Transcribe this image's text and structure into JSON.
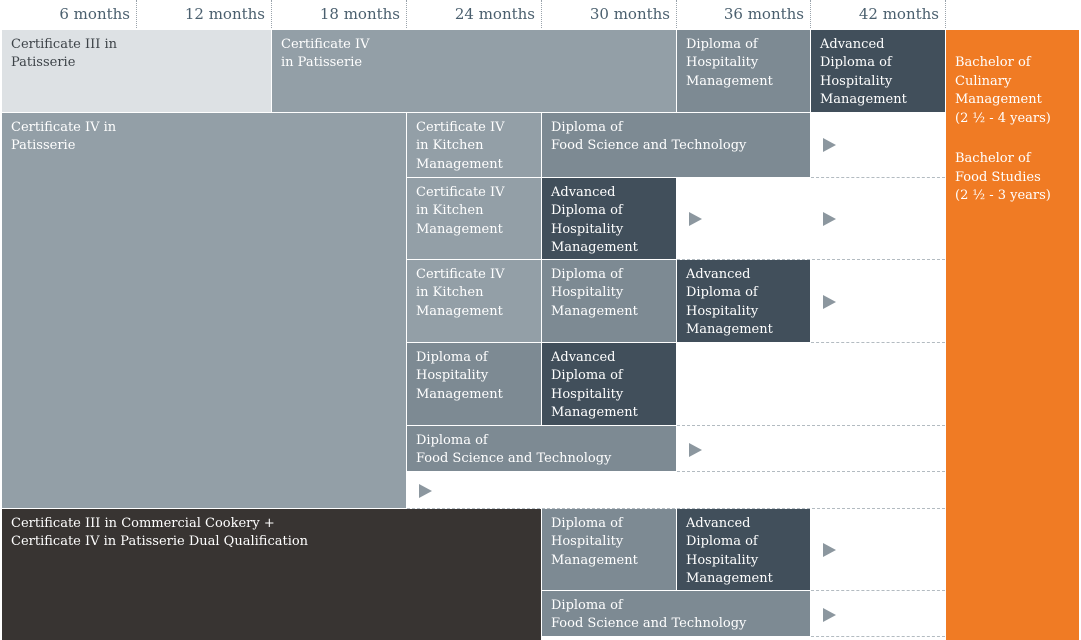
{
  "timeline": [
    "6 months",
    "12 months",
    "18 months",
    "24 months",
    "30 months",
    "36 months",
    "42 months"
  ],
  "pathway1": {
    "cert3_patisserie": "Certificate III in\nPatisserie",
    "cert4_patisserie": "Certificate IV\nin Patisserie",
    "diploma_hospitality": "Diploma of\nHospitality\nManagement",
    "adv_diploma_hospitality": "Advanced\nDiploma of\nHospitality\nManagement"
  },
  "bachelor": {
    "culinary": "Bachelor of\nCulinary\nManagement\n(2 ½ - 4 years)",
    "food_studies": "Bachelor of\nFood Studies\n(2 ½ - 3 years)"
  },
  "pathway2": {
    "cert4_patisserie": "Certificate IV in\nPatisserie",
    "row1": {
      "cert4_kitchen": "Certificate IV\nin Kitchen\nManagement",
      "diploma_food_science": "Diploma of\nFood Science and Technology"
    },
    "row2": {
      "cert4_kitchen": "Certificate IV\nin Kitchen\nManagement",
      "adv_diploma_hospitality": "Advanced\nDiploma of\nHospitality\nManagement"
    },
    "row3": {
      "cert4_kitchen": "Certificate IV\nin Kitchen\nManagement",
      "diploma_hospitality": "Diploma of\nHospitality\nManagement",
      "adv_diploma_hospitality": "Advanced\nDiploma of\nHospitality\nManagement"
    },
    "row4": {
      "diploma_hospitality": "Diploma of\nHospitality\nManagement",
      "adv_diploma_hospitality": "Advanced\nDiploma of\nHospitality\nManagement"
    },
    "row5": {
      "diploma_food_science": "Diploma of\nFood Science and Technology"
    }
  },
  "pathway3": {
    "dual_qualification": "Certificate III in Commercial Cookery +\nCertificate IV in Patisserie Dual Qualification",
    "row1": {
      "diploma_hospitality": "Diploma of\nHospitality\nManagement",
      "adv_diploma_hospitality": "Advanced\nDiploma of\nHospitality\nManagement"
    },
    "row2": {
      "diploma_food_science": "Diploma of\nFood Science and Technology"
    }
  },
  "colors": {
    "light": "#dde1e4",
    "mid": "#939fa7",
    "steel": "#7d8a93",
    "navy": "#414f5b",
    "dark": "#383432",
    "orange": "#f07b24"
  }
}
